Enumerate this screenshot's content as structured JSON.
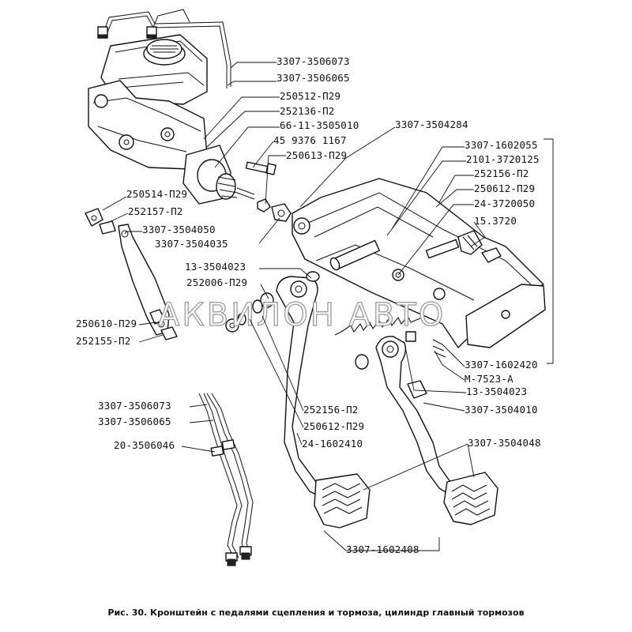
{
  "labels": {
    "l01": "3307-3506073",
    "l02": "3307-3506065",
    "l03": "250512-П29",
    "l04": "252136-П2",
    "l05": "66-11-3505010",
    "l06": "45 9376 1167",
    "l07": "250613-П29",
    "l08": "3307-3504284",
    "l09": "3307-1602055",
    "l10": "2101-3720125",
    "l11": "252156-П2",
    "l12": "250612-П29",
    "l13": "24-3720050",
    "l14": "15.3720",
    "l15": "250514-П29",
    "l16": "252157-П2",
    "l17": "3307-3504050",
    "l18": "3307-3504035",
    "l19": "13-3504023",
    "l20": "252006-П29",
    "l21": "250610-П29",
    "l22": "252155-П2",
    "l23": "3307-1602420",
    "l24": "М-7523-А",
    "l25": "13-3504023",
    "l26": "3307-3506073",
    "l27": "3307-3506065",
    "l28": "252156-П2",
    "l29": "3307-3504010",
    "l30": "250612-П29",
    "l31": "20-3506046",
    "l32": "24-1602410",
    "l33": "3307-3504048",
    "l34": "3307-1602408"
  },
  "watermark": "АКВИЛОН АВТО",
  "caption": "Рис. 30. Кронштейн с педалями сцепления и тормоза, цилиндр главный тормозов"
}
